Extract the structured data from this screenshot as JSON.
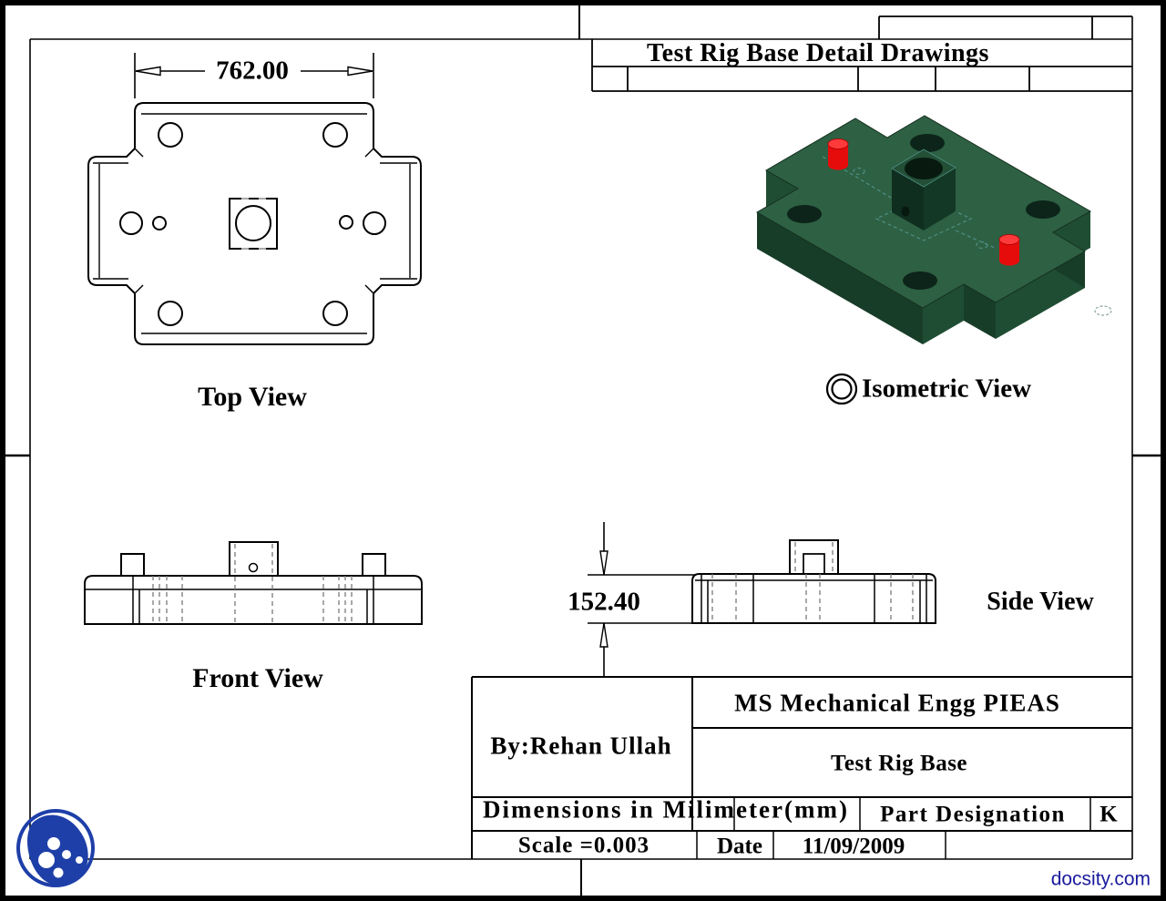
{
  "sheet": {
    "title": "Test Rig Base Detail Drawings"
  },
  "views": {
    "top": {
      "label": "Top View",
      "width_dimension": "762.00"
    },
    "front": {
      "label": "Front View"
    },
    "side": {
      "label": "Side View",
      "height_dimension": "152.40"
    },
    "isometric": {
      "label": "Isometric View"
    }
  },
  "title_block": {
    "author": "By:Rehan Ullah",
    "institution": "MS Mechanical Engg PIEAS",
    "part_name": "Test Rig Base",
    "units_note": "Dimensions in Milimeter(mm)",
    "part_designation_label": "Part Designation",
    "part_designation_value": "K",
    "scale_note": "Scale =0.003",
    "date_label": "Date",
    "date_value": "11/09/2009"
  },
  "watermark": {
    "text": "docsity.com"
  },
  "colors": {
    "line": "#000000",
    "hidden_line": "#7a7a7a",
    "construction_teal": "#4d8f84",
    "iso_top_face": "#2e6043",
    "iso_left_face": "#173d28",
    "iso_right_face": "#1f4d33",
    "iso_block_top": "#234f36",
    "iso_hole": "#0c241a",
    "pin_red": "#e60c0c",
    "watermark_blue": "#1a1a9c",
    "logo_blue": "#1e3fa8"
  }
}
